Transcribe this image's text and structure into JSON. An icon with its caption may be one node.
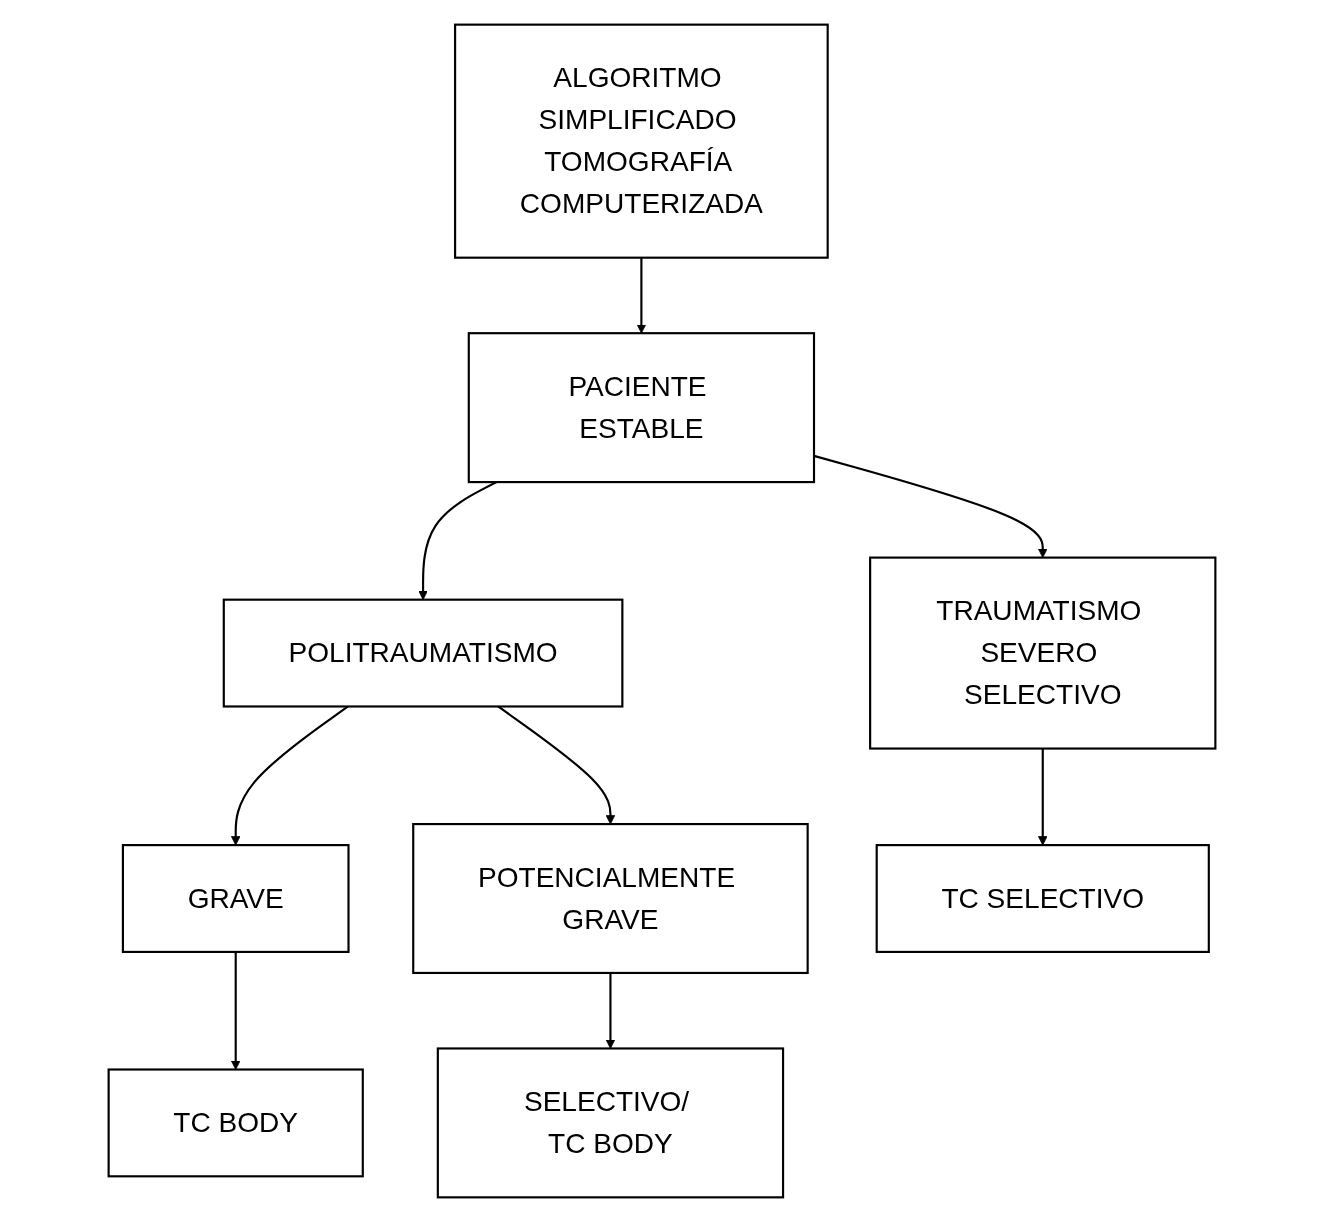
{
  "diagram": {
    "nodes": [
      {
        "text": [
          "ALGORITMO SIMPLIFICADO TOMOGRAFÍA COMPUTERIZADA"
        ]
      },
      {
        "text": [
          "PACIENTE ESTABLE"
        ]
      },
      {
        "text": [
          "TRAUMATISMO SEVERO SELECTIVO"
        ]
      },
      {
        "text": [
          "POLITRAUMATISMO"
        ]
      },
      {
        "text": [
          "GRAVE"
        ]
      },
      {
        "text": [
          "POTENCIALMENTE GRAVE"
        ]
      },
      {
        "text": [
          "TC SELECTIVO"
        ]
      },
      {
        "text": [
          "TC BODY"
        ]
      },
      {
        "text": [
          "SELECTIVO/ TC BODY"
        ]
      }
    ],
    "edges": [
      {
        "from": 0,
        "to": 1,
        "arrow": "to"
      },
      {
        "from": 1,
        "to": 2,
        "arrow": "to"
      },
      {
        "from": 1,
        "to": 3,
        "arrow": "to"
      },
      {
        "from": 3,
        "to": 4,
        "arrow": "to"
      },
      {
        "from": 3,
        "to": 5,
        "arrow": "to"
      },
      {
        "from": 2,
        "to": 6,
        "arrow": "to"
      },
      {
        "from": 4,
        "to": 7,
        "arrow": "to"
      },
      {
        "from": 5,
        "to": 8,
        "arrow": "to"
      }
    ]
  }
}
